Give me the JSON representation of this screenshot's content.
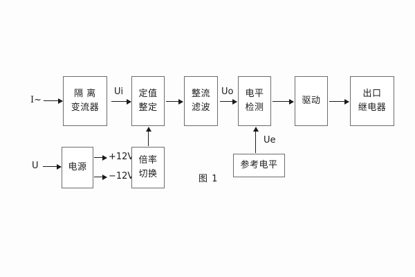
{
  "figure": {
    "caption": "图 1",
    "signal_chain_labels": {
      "input_current": "I~",
      "ui": "Ui",
      "uo": "Uo",
      "ue": "Ue",
      "input_voltage": "U",
      "rail_positive": "+12V",
      "rail_negative": "−12V"
    },
    "blocks": [
      {
        "id": "isolation-transformer",
        "lines": [
          "隔 离",
          "变流器"
        ]
      },
      {
        "id": "setpoint-adjust",
        "lines": [
          "定值",
          "整定"
        ]
      },
      {
        "id": "rectify-filter",
        "lines": [
          "整流",
          "滤波"
        ]
      },
      {
        "id": "level-detect",
        "lines": [
          "电平",
          "检测"
        ]
      },
      {
        "id": "driver",
        "lines": [
          "驱动"
        ]
      },
      {
        "id": "output-relay",
        "lines": [
          "出口",
          "继电器"
        ]
      },
      {
        "id": "power-supply",
        "lines": [
          "电源"
        ]
      },
      {
        "id": "ratio-switch",
        "lines": [
          "倍率",
          "切换"
        ]
      },
      {
        "id": "reference-level",
        "lines": [
          "参考电平"
        ]
      }
    ],
    "colors": {
      "box_border": "#6b6b6b",
      "line": "#1a1a1a",
      "text": "#1a1a1a",
      "background": "#fdfdfd"
    }
  }
}
